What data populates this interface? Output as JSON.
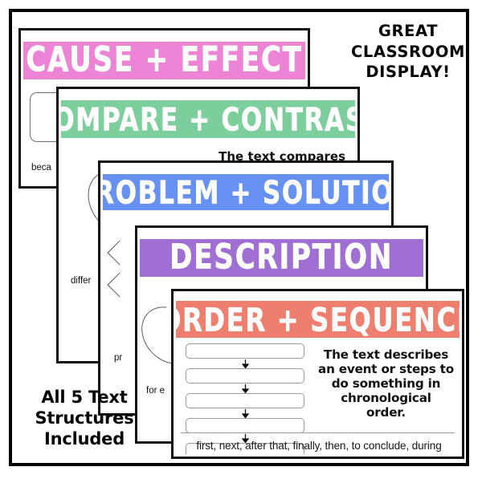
{
  "poster": {
    "great_display": {
      "line1": "GREAT",
      "line2": "CLASSROOM",
      "line3": "DISPLAY!"
    },
    "all_five": {
      "line1": "All 5 Text",
      "line2": "Structures",
      "line3": "Included"
    }
  },
  "cards": [
    {
      "id": "cause-effect",
      "title": "CAUSE + EFFECT",
      "banner_color": "#ED83D5",
      "cue_word": "beca"
    },
    {
      "id": "compare-contrast",
      "title": "COMPARE + CONTRAST",
      "banner_color": "#7CCF9C",
      "description": "The text compares",
      "cue_word": "differ"
    },
    {
      "id": "problem-solution",
      "title": "PROBLEM + SOLUTION",
      "banner_color": "#6690F2",
      "cue_word": "pr"
    },
    {
      "id": "description",
      "title": "DESCRIPTION",
      "banner_color": "#A06FD4",
      "cue_word": "for e"
    },
    {
      "id": "order-sequence",
      "title": "ORDER + SEQUENCE",
      "banner_color": "#EE7E6E",
      "description": "The text describes an event or steps to do something in chronological order.",
      "description_lines": [
        "The text describes",
        "an event or steps to",
        "do something in",
        "chronological",
        "order."
      ],
      "signal_words": "first, next, after that, finally, then, to conclude, during",
      "sequence_step_count": 5
    }
  ],
  "colors": {
    "frame": "#000000",
    "card_border": "#111111",
    "banner_text": "#ffffff",
    "page_background": "#ffffff"
  }
}
